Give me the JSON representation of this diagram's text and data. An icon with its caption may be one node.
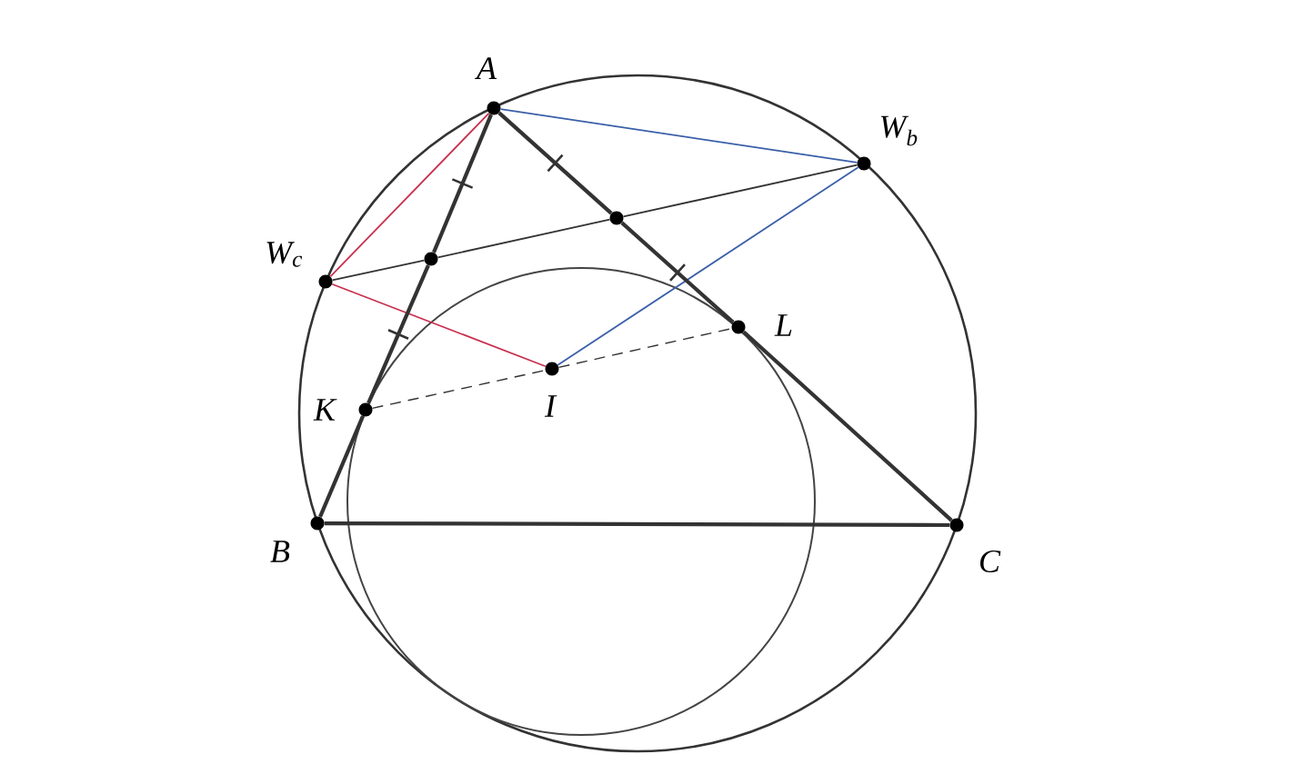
{
  "diagram": {
    "nodes": [
      {
        "text": [
          "A"
        ]
      },
      {
        "text": [
          "W$_{b}$"
        ]
      },
      {
        "text": [
          "W$_{c}$"
        ]
      },
      {
        "text": [],
        "shape": "circle"
      },
      {
        "text": [],
        "shape": "circle"
      },
      {
        "text": [
          "L"
        ]
      },
      {
        "text": [
          "I"
        ]
      },
      {
        "text": [
          "K"
        ]
      },
      {
        "text": [
          "B"
        ]
      },
      {
        "text": [
          "C"
        ]
      }
    ],
    "edges": [
      {
        "from": 0,
        "to": 1,
        "arrow": "none",
        "color": "#3a5fa8"
      },
      {
        "from": 1,
        "to": 6,
        "arrow": "none",
        "color": "#3a5fa8"
      },
      {
        "from": 0,
        "to": 2,
        "arrow": "none",
        "color": "#c8304f"
      },
      {
        "from": 2,
        "to": 6,
        "arrow": "none",
        "color": "#c8304f"
      },
      {
        "from": 2,
        "to": 4,
        "arrow": "none"
      },
      {
        "from": 4,
        "to": 3,
        "arrow": "none"
      },
      {
        "from": 3,
        "to": 1,
        "arrow": "none"
      },
      {
        "from": 0,
        "to": 4,
        "arrow": "none",
        "style": "thick"
      },
      {
        "from": 4,
        "to": 7,
        "arrow": "none",
        "style": "thick"
      },
      {
        "from": 7,
        "to": 8,
        "arrow": "none",
        "style": "thick"
      },
      {
        "from": 0,
        "to": 3,
        "arrow": "none",
        "style": "thick"
      },
      {
        "from": 3,
        "to": 5,
        "arrow": "none",
        "style": "thick"
      },
      {
        "from": 5,
        "to": 9,
        "arrow": "none",
        "style": "thick"
      },
      {
        "from": 8,
        "to": 9,
        "arrow": "none",
        "style": "thick"
      },
      {
        "from": 7,
        "to": 6,
        "arrow": "none",
        "style": "dashed"
      },
      {
        "from": 6,
        "to": 5,
        "arrow": "none",
        "style": "dashed"
      }
    ]
  }
}
